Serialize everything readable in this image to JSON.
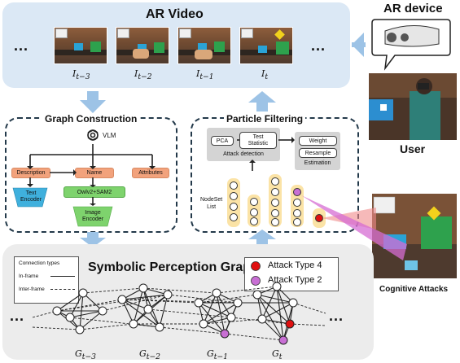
{
  "ar_video": {
    "title": "AR Video",
    "ellipsis_left": "...",
    "ellipsis_right": "...",
    "frames": [
      {
        "label": "I",
        "sub": "t−3"
      },
      {
        "label": "I",
        "sub": "t−2"
      },
      {
        "label": "I",
        "sub": "t−1"
      },
      {
        "label": "I",
        "sub": "t"
      }
    ]
  },
  "ar_device": {
    "title": "AR device"
  },
  "user": {
    "label": "User"
  },
  "cognitive_attacks": {
    "label": "Cognitive Attacks"
  },
  "graph_construction": {
    "title": "Graph Construction",
    "vlm": "VLM",
    "description": "Description",
    "name": "Name",
    "attributes": "Attributes",
    "text_encoder_1": "Text",
    "text_encoder_2": "Encoder",
    "owlv2": "Owlv2+SAM2",
    "image_encoder_1": "Image",
    "image_encoder_2": "Encoder"
  },
  "particle_filtering": {
    "title": "Particle Filtering",
    "pca": "PCA",
    "test_statistic_1": "Test",
    "test_statistic_2": "Statistic",
    "attack_detection": "Attack detection",
    "weight": "Weight",
    "resample": "Resample",
    "estimation": "Estimation",
    "nodeset_1": "NodeSet",
    "nodeset_2": "List"
  },
  "spg": {
    "title": "Symbolic Perception Graph",
    "legend_title": "Connection types",
    "in_frame": "In-frame",
    "inter_frame": "Inter-frame",
    "attack_type_4": "Attack Type 4",
    "attack_type_2": "Attack Type 2",
    "ellipsis_left": "...",
    "ellipsis_right": "...",
    "graph_labels": [
      {
        "label": "G",
        "sub": "t−3"
      },
      {
        "label": "G",
        "sub": "t−2"
      },
      {
        "label": "G",
        "sub": "t−1"
      },
      {
        "label": "G",
        "sub": "t"
      }
    ]
  },
  "colors": {
    "panel_blue": "#dbe8f5",
    "arrow_blue": "#9dc3e6",
    "orange": "#f2a27c",
    "cyan": "#3fb0dd",
    "green": "#7ed36d",
    "node_yellow": "#fbe3a6",
    "attack4": "#e01010",
    "attack2": "#c86fd4"
  }
}
